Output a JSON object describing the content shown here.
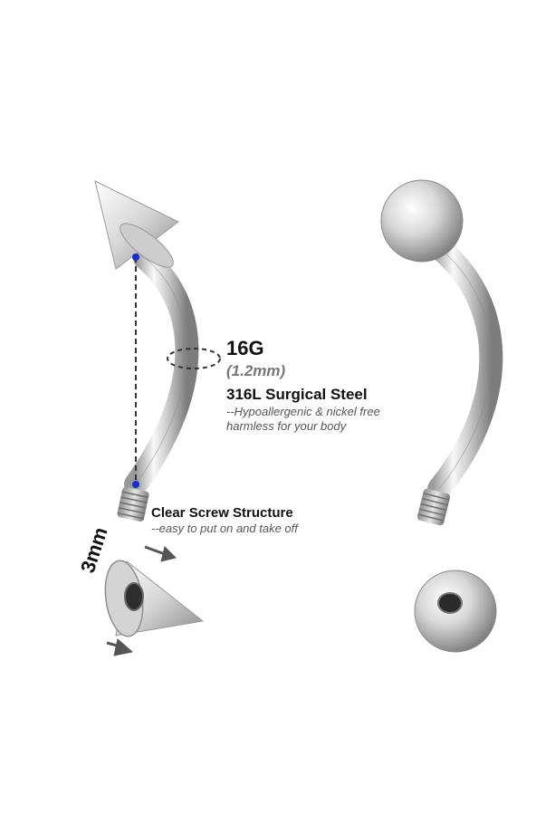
{
  "specs": {
    "gauge": "16G",
    "thickness": "(1.2mm)",
    "material": "316L Surgical Steel",
    "material_note_1": "--Hypoallergenic & nickel free",
    "material_note_2": "harmless for your body",
    "screw_title": "Clear Screw Structure",
    "screw_note": "--easy to put on and take off",
    "size_label": "3mm"
  },
  "colors": {
    "steel_light": "#f4f4f4",
    "steel_mid": "#c9c9c9",
    "steel_dark": "#8a8a8a",
    "marker": "#1a2ccc",
    "arrow": "#555555"
  },
  "icons": {
    "dimension_arrow": "arrow-icon"
  }
}
